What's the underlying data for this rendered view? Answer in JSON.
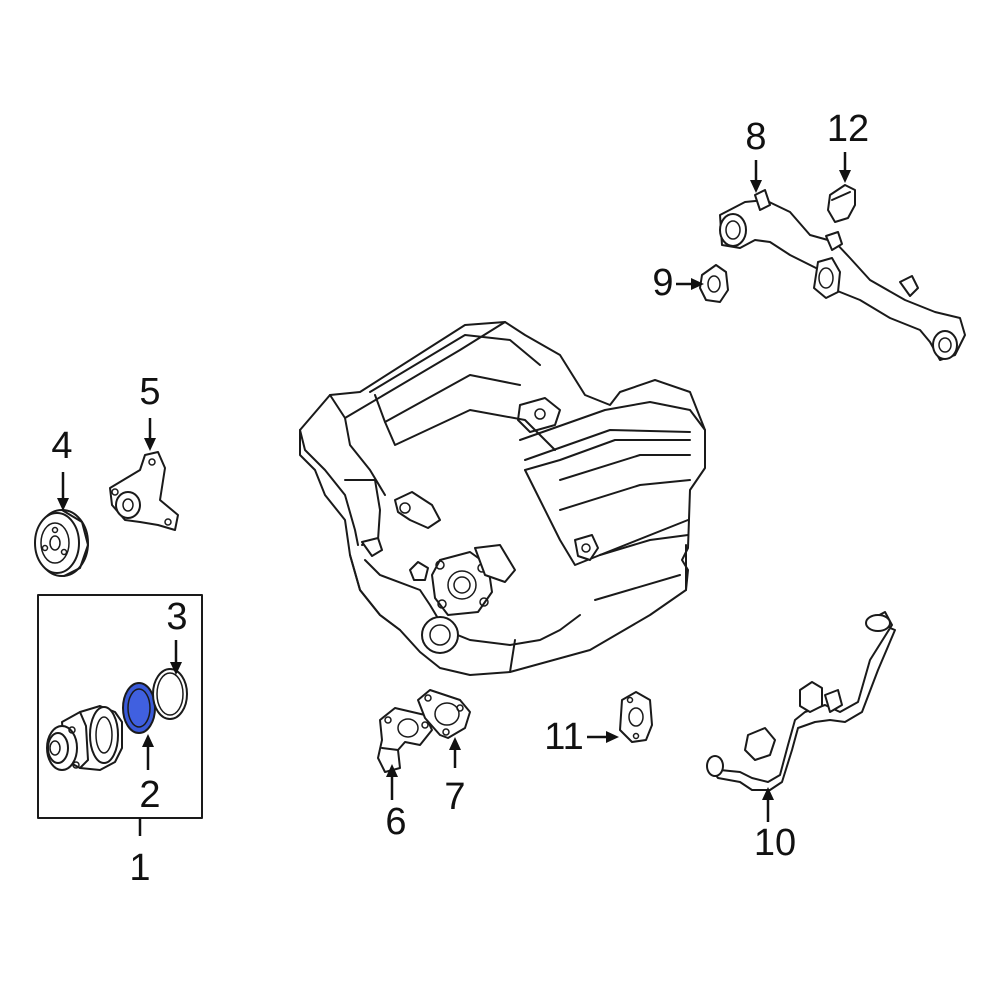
{
  "callouts": {
    "c1": "1",
    "c2": "2",
    "c3": "3",
    "c4": "4",
    "c5": "5",
    "c6": "6",
    "c7": "7",
    "c8": "8",
    "c9": "9",
    "c10": "10",
    "c11": "11",
    "c12": "12"
  },
  "highlight_color": "#3a5ad8",
  "highlighted_part": "2"
}
